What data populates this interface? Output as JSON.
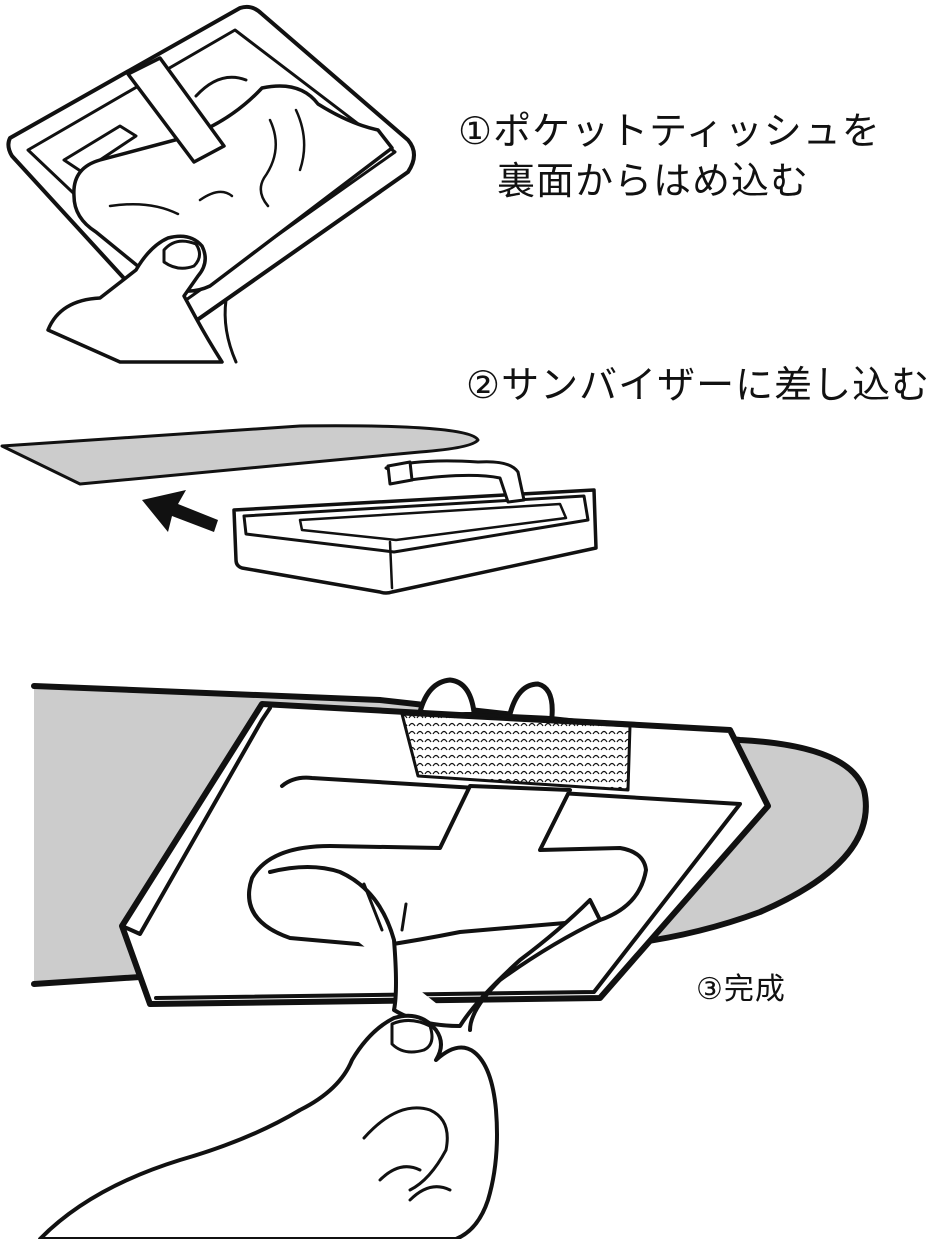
{
  "steps": [
    {
      "label": "①ポケットティッシュを\n　裏面からはめ込む"
    },
    {
      "label": "②サンバイザーに差し込む"
    },
    {
      "label": "③完成"
    }
  ],
  "colors": {
    "line": "#111111",
    "visor_fill": "#cccccc",
    "background": "#ffffff"
  },
  "icons": [
    "hand-icon",
    "arrow-left-icon",
    "velcro-patch-icon"
  ]
}
